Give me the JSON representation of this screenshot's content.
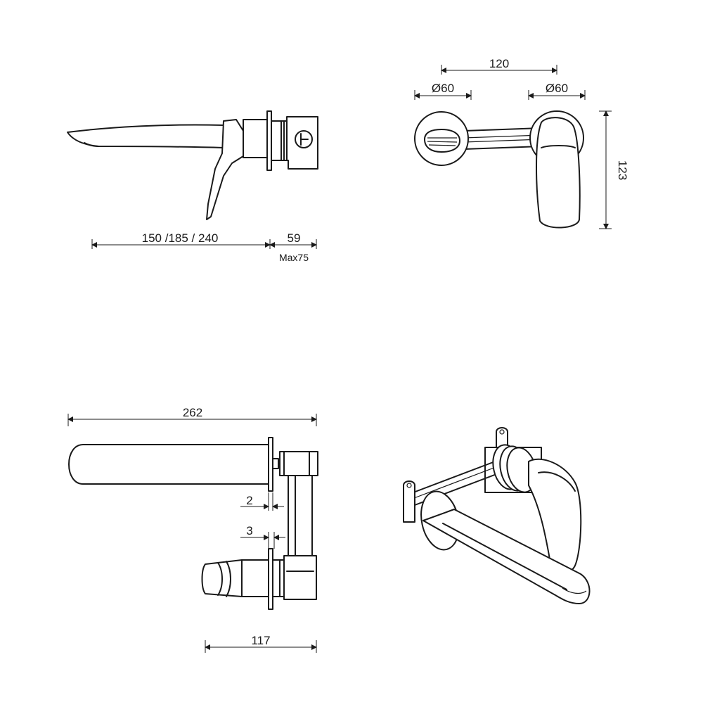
{
  "dimensions": {
    "side_spout_length": "150 /185 / 240",
    "side_wall_depth": "59",
    "side_wall_max": "Max75",
    "front_centers": "120",
    "front_left_dia": "Ø60",
    "front_right_dia": "Ø60",
    "front_height": "123",
    "top_total_length": "262",
    "top_gap_2": "2",
    "top_gap_3": "3",
    "top_depth": "117"
  },
  "colors": {
    "line": "#1a1a1a",
    "background": "#ffffff"
  }
}
